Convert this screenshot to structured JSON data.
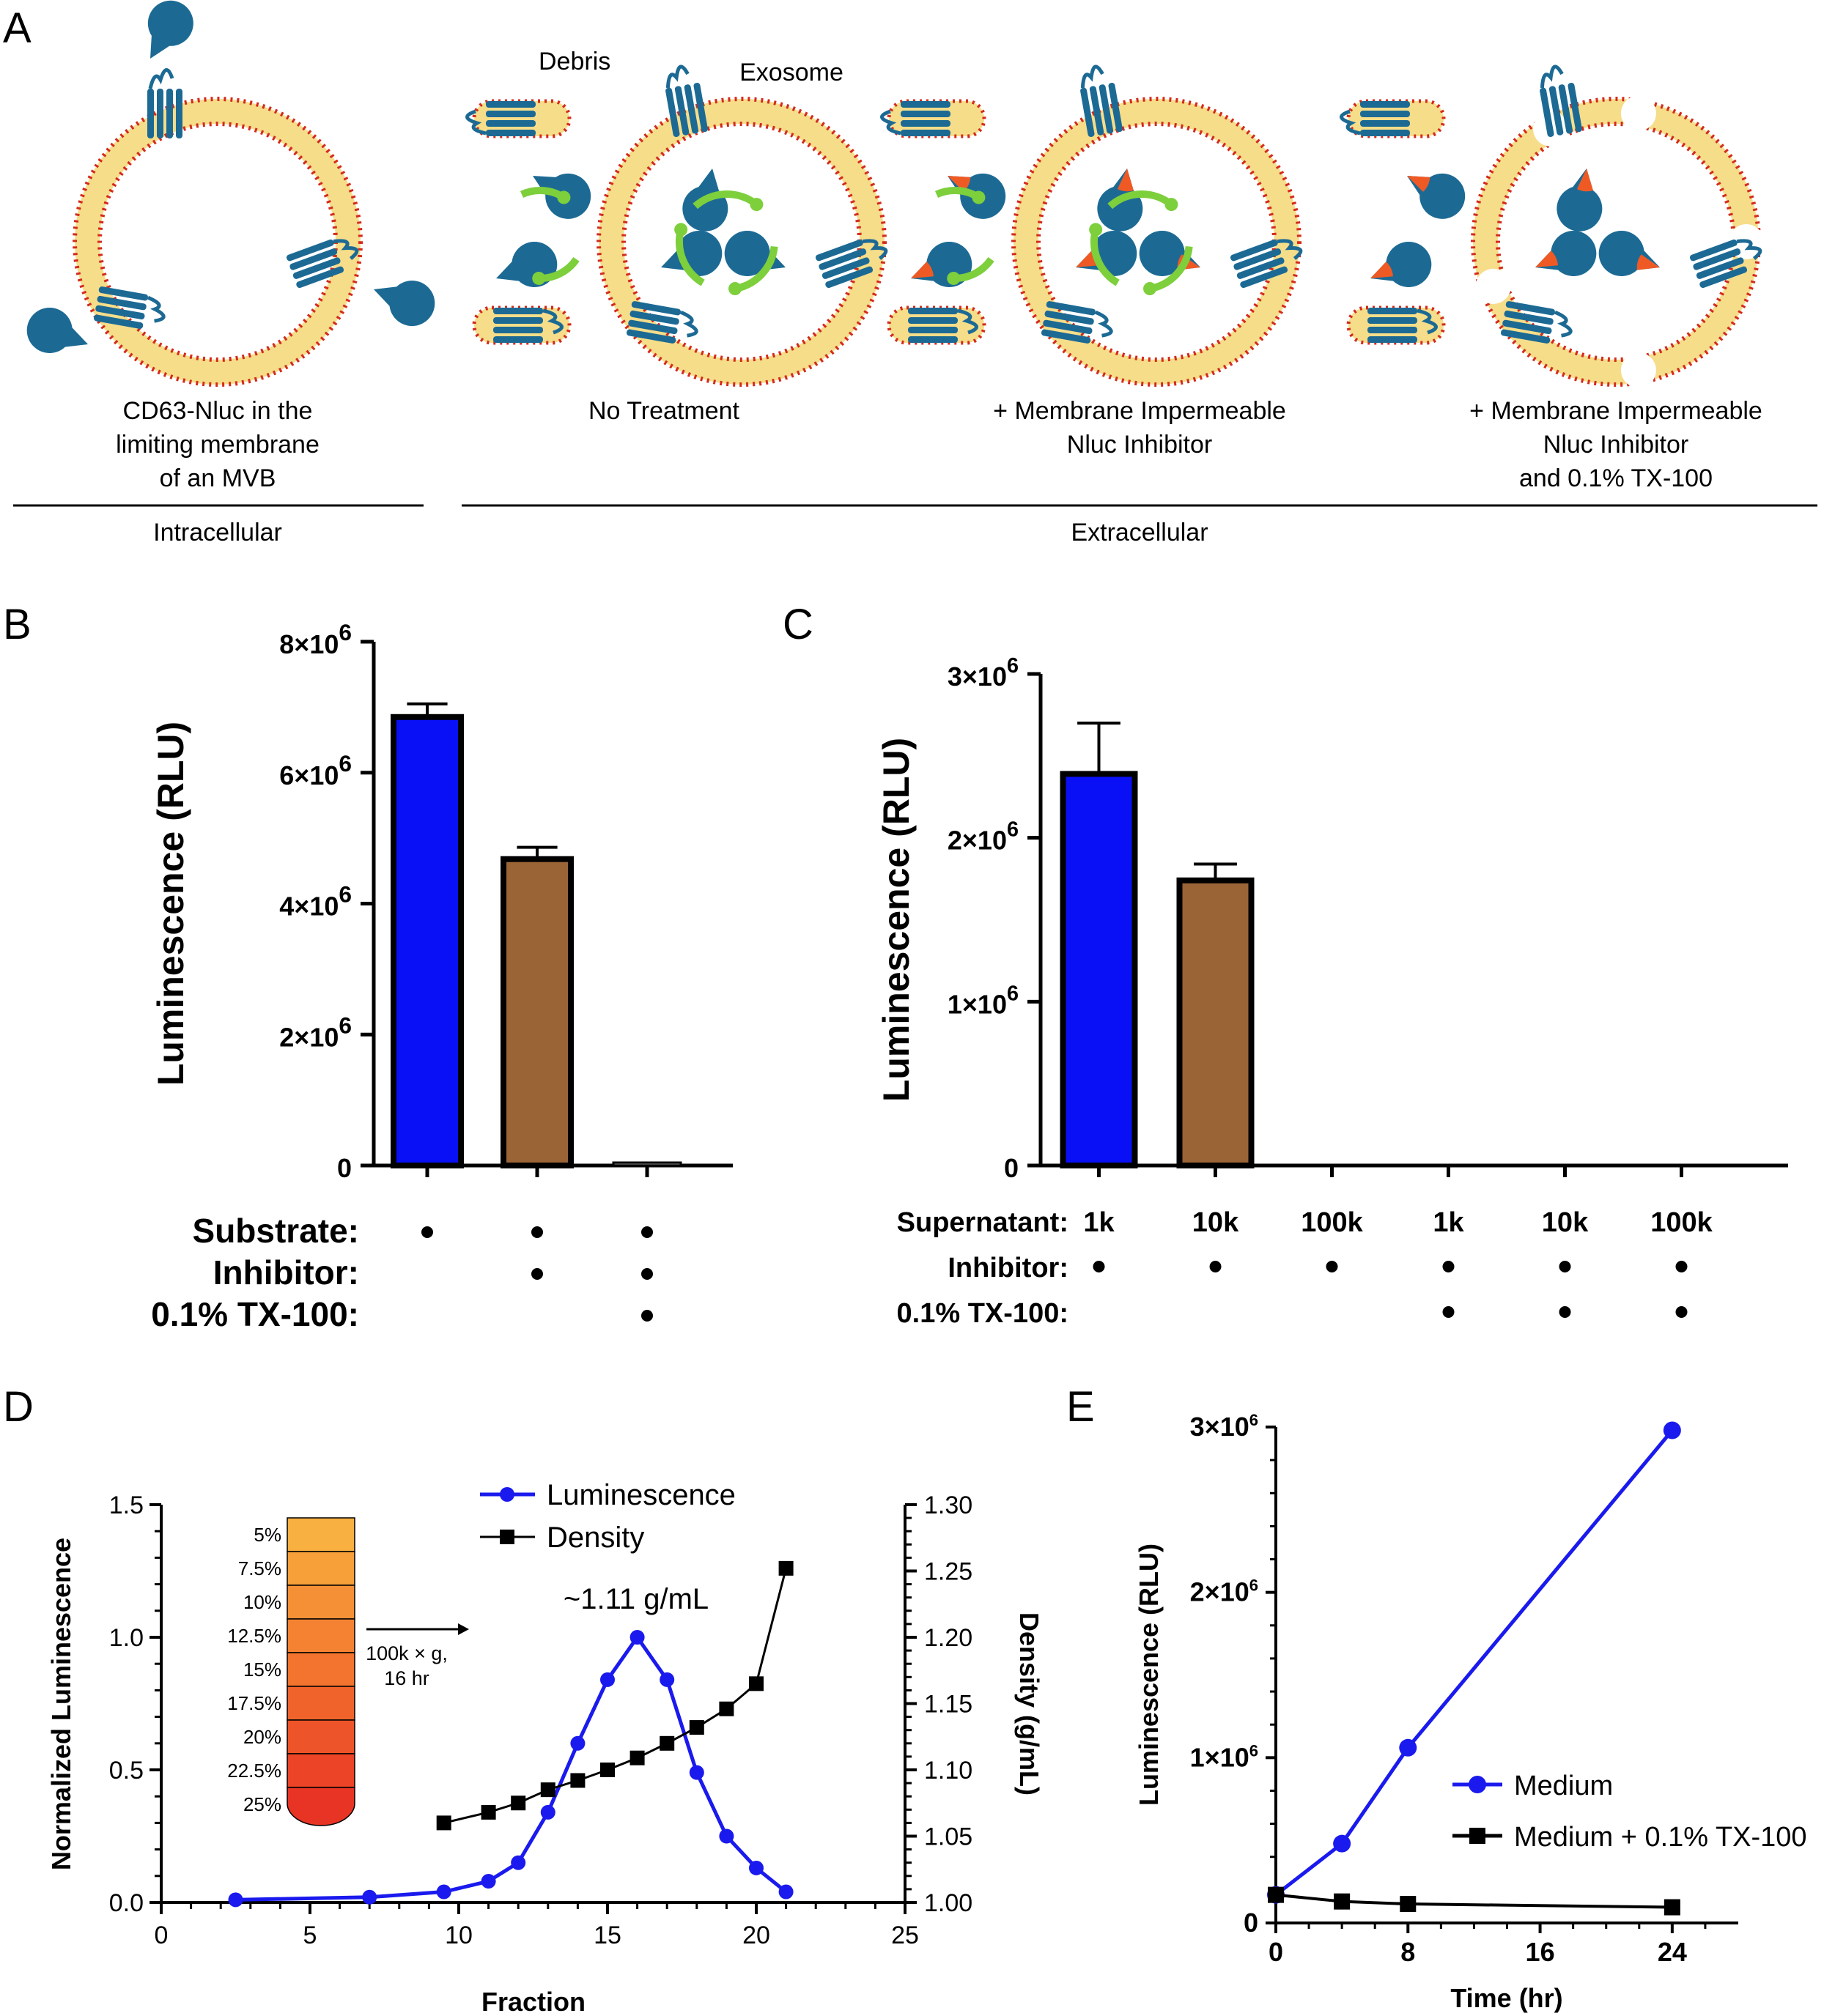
{
  "panel_labels": {
    "A": "A",
    "B": "B",
    "C": "C",
    "D": "D",
    "E": "E"
  },
  "schematic": {
    "captions": [
      [
        "CD63-Nluc in the",
        "limiting membrane",
        "of an MVB"
      ],
      [
        "No Treatment"
      ],
      [
        "+ Membrane Impermeable",
        "Nluc Inhibitor"
      ],
      [
        "+ Membrane Impermeable",
        "Nluc Inhibitor",
        "and 0.1% TX-100"
      ]
    ],
    "labels": {
      "debris": "Debris",
      "exosome": "Exosome"
    },
    "groups": {
      "intracellular": "Intracellular",
      "extracellular": "Extracellular"
    },
    "colors": {
      "membrane_head": "#d42a1c",
      "membrane_tail": "#f6dd8a",
      "protein": "#1c6a94",
      "inhibitor": "#ef5a24",
      "arrow": "#7dcf3c"
    }
  },
  "chart_data": [
    {
      "id": "B",
      "type": "bar",
      "ylabel": "Luminescence (RLU)",
      "yticks": [
        "0",
        "2×10",
        "4×10",
        "6×10",
        "8×10"
      ],
      "ytick_exp": "6",
      "ytick_values": [
        0,
        2000000,
        4000000,
        6000000,
        8000000
      ],
      "ylim": [
        0,
        8000000
      ],
      "bars": [
        {
          "value": 6850000,
          "error": 200000,
          "color": "#0a10f5"
        },
        {
          "value": 4680000,
          "error": 180000,
          "color": "#9a6436"
        },
        {
          "value": 30000,
          "error": 5000,
          "color": "#888888"
        }
      ],
      "rows": [
        {
          "label": "Substrate:",
          "marks": [
            true,
            true,
            true
          ]
        },
        {
          "label": "Inhibitor:",
          "marks": [
            false,
            true,
            true
          ]
        },
        {
          "label": "0.1% TX-100:",
          "marks": [
            false,
            false,
            true
          ]
        }
      ]
    },
    {
      "id": "C",
      "type": "bar",
      "ylabel": "Luminescence (RLU)",
      "yticks": [
        "0",
        "1×10",
        "2×10",
        "3×10"
      ],
      "ytick_exp": "6",
      "ytick_values": [
        0,
        1000000,
        2000000,
        3000000
      ],
      "ylim": [
        0,
        3000000
      ],
      "bars": [
        {
          "value": 2390000,
          "error": 310000,
          "color": "#0a10f5"
        },
        {
          "value": 1740000,
          "error": 100000,
          "color": "#9a6436"
        },
        {
          "value": 0,
          "error": 0,
          "color": "#888888"
        },
        {
          "value": 0,
          "error": 0,
          "color": "#888888"
        },
        {
          "value": 0,
          "error": 0,
          "color": "#888888"
        },
        {
          "value": 0,
          "error": 0,
          "color": "#888888"
        }
      ],
      "rows": [
        {
          "label": "Supernatant:",
          "values": [
            "1k",
            "10k",
            "100k",
            "1k",
            "10k",
            "100k"
          ]
        },
        {
          "label": "Inhibitor:",
          "marks": [
            true,
            true,
            true,
            true,
            true,
            true
          ]
        },
        {
          "label": "0.1% TX-100:",
          "marks": [
            false,
            false,
            false,
            true,
            true,
            true
          ]
        }
      ]
    },
    {
      "id": "D",
      "type": "line",
      "xlabel": "Fraction",
      "ylabel": "Normalized Luminescence",
      "y2label": "Density (g/mL)",
      "xlim": [
        0,
        25
      ],
      "xticks": [
        "0",
        "5",
        "10",
        "15",
        "20",
        "25"
      ],
      "ylim": [
        0,
        1.5
      ],
      "yticks": [
        "0.0",
        "0.5",
        "1.0",
        "1.5"
      ],
      "y2lim": [
        1.0,
        1.3
      ],
      "y2ticks": [
        "1.00",
        "1.05",
        "1.10",
        "1.15",
        "1.20",
        "1.25",
        "1.30"
      ],
      "annotation": "~1.11 g/mL",
      "series": [
        {
          "name": "Luminescence",
          "axis": "left",
          "color": "#1a1aee",
          "marker": "circle",
          "x": [
            2.5,
            7,
            9.5,
            11,
            12,
            13,
            14,
            15,
            16,
            17,
            18,
            19,
            20,
            21
          ],
          "y": [
            0.01,
            0.02,
            0.04,
            0.08,
            0.15,
            0.34,
            0.6,
            0.84,
            1.0,
            0.84,
            0.49,
            0.25,
            0.13,
            0.04
          ]
        },
        {
          "name": "Density",
          "axis": "right",
          "color": "#000000",
          "marker": "square",
          "x": [
            9.5,
            11,
            12,
            13,
            14,
            15,
            16,
            17,
            18,
            19,
            20,
            21
          ],
          "y": [
            1.06,
            1.068,
            1.075,
            1.085,
            1.092,
            1.1,
            1.109,
            1.12,
            1.132,
            1.146,
            1.165,
            1.252
          ]
        }
      ],
      "gradient_tube": {
        "labels": [
          "5%",
          "7.5%",
          "10%",
          "12.5%",
          "15%",
          "17.5%",
          "20%",
          "22.5%",
          "25%"
        ],
        "arrow_label": [
          "100k × g,",
          "16 hr"
        ]
      }
    },
    {
      "id": "E",
      "type": "line",
      "xlabel": "Time (hr)",
      "ylabel": "Luminescence (RLU)",
      "xlim": [
        0,
        28
      ],
      "xticks": [
        "0",
        "8",
        "16",
        "24"
      ],
      "xtick_values": [
        0,
        8,
        16,
        24
      ],
      "ylim": [
        0,
        3000000
      ],
      "yticks": [
        "0",
        "1×10",
        "2×10",
        "3×10"
      ],
      "ytick_exp": "6",
      "ytick_values": [
        0,
        1000000,
        2000000,
        3000000
      ],
      "series": [
        {
          "name": "Medium",
          "color": "#1a1aee",
          "marker": "circle",
          "x": [
            0,
            4,
            8,
            24
          ],
          "y": [
            170000,
            480000,
            1060000,
            2980000
          ]
        },
        {
          "name": "Medium + 0.1% TX-100",
          "color": "#000000",
          "marker": "square",
          "x": [
            0,
            4,
            8,
            24
          ],
          "y": [
            170000,
            130000,
            115000,
            95000
          ]
        }
      ]
    }
  ]
}
